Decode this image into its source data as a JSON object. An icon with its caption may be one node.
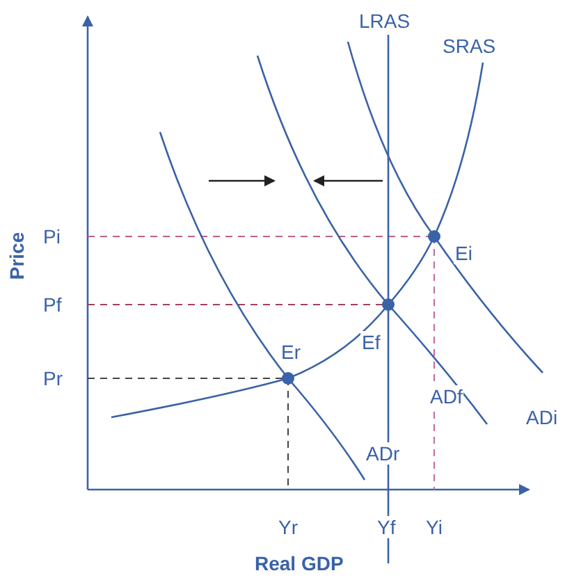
{
  "diagram": {
    "labels": [
      "LRAS",
      "SRAS",
      "Pi",
      "Pf",
      "Pr",
      "Ei",
      "Ef",
      "Er",
      "ADi",
      "ADf",
      "ADr",
      "Yr",
      "Yf",
      "Yi",
      "Price",
      "Real GDP"
    ]
  }
}
